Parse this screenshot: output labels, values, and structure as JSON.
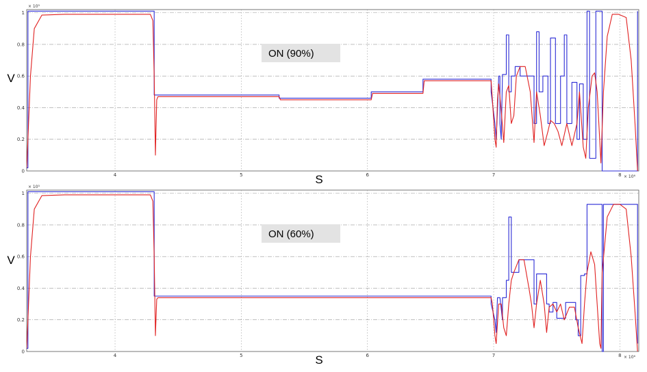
{
  "chart_data": [
    {
      "type": "line",
      "annotation": "ON (90%)",
      "xlabel": "S",
      "ylabel": "V",
      "x_multiplier": "× 10⁶",
      "y_multiplier": "× 10⁵",
      "xlim": [
        3.3,
        8.15
      ],
      "ylim": [
        0,
        1.02
      ],
      "x_ticks": [
        "4",
        "5",
        "6",
        "7",
        "8"
      ],
      "y_ticks": [
        "0",
        "0.2",
        "0.4",
        "0.6",
        "0.8",
        "1"
      ],
      "grid": true,
      "colors": {
        "blue": "#2b2bd6",
        "red": "#e02020"
      },
      "series": [
        {
          "color": "blue",
          "x": [
            3.3,
            3.31,
            3.31,
            4.31,
            4.31,
            4.33,
            4.34,
            5.3,
            5.3,
            6.03,
            6.03,
            6.44,
            6.44,
            6.98,
            6.98,
            7.01,
            7.02,
            7.03,
            7.04,
            7.05,
            7.05,
            7.06,
            7.07,
            7.1,
            7.1,
            7.12,
            7.12,
            7.14,
            7.14,
            7.17,
            7.17,
            7.21,
            7.21,
            7.32,
            7.32,
            7.34,
            7.34,
            7.36,
            7.36,
            7.39,
            7.39,
            7.43,
            7.43,
            7.45,
            7.45,
            7.49,
            7.49,
            7.53,
            7.53,
            7.56,
            7.56,
            7.58,
            7.58,
            7.62,
            7.62,
            7.66,
            7.66,
            7.68,
            7.68,
            7.71,
            7.71,
            7.74,
            7.74,
            7.76,
            7.76,
            7.81,
            7.81,
            7.86,
            7.86,
            8.14,
            8.14
          ],
          "y": [
            0.02,
            0.02,
            1.01,
            1.01,
            0.48,
            0.48,
            0.48,
            0.48,
            0.46,
            0.46,
            0.5,
            0.5,
            0.58,
            0.58,
            0.5,
            0.3,
            0.2,
            0.38,
            0.6,
            0.6,
            0.3,
            0.2,
            0.61,
            0.61,
            0.86,
            0.86,
            0.5,
            0.5,
            0.6,
            0.6,
            0.66,
            0.66,
            0.6,
            0.6,
            0.3,
            0.3,
            0.88,
            0.88,
            0.5,
            0.5,
            0.6,
            0.6,
            0.3,
            0.3,
            0.84,
            0.84,
            0.3,
            0.3,
            0.6,
            0.6,
            0.86,
            0.86,
            0.3,
            0.3,
            0.56,
            0.56,
            0.2,
            0.2,
            0.55,
            0.55,
            0.2,
            0.2,
            1.01,
            1.01,
            0.08,
            0.08,
            1.01,
            1.01,
            0.0,
            0.0,
            1.01
          ]
        },
        {
          "color": "red",
          "x": [
            3.3,
            3.31,
            3.33,
            3.36,
            3.42,
            3.6,
            4.0,
            4.28,
            4.3,
            4.31,
            4.32,
            4.33,
            4.34,
            5.3,
            5.31,
            6.03,
            6.04,
            6.44,
            6.45,
            6.98,
            6.99,
            7.01,
            7.02,
            7.03,
            7.04,
            7.06,
            7.08,
            7.1,
            7.12,
            7.14,
            7.16,
            7.18,
            7.21,
            7.25,
            7.29,
            7.32,
            7.34,
            7.37,
            7.4,
            7.43,
            7.45,
            7.48,
            7.51,
            7.54,
            7.58,
            7.62,
            7.66,
            7.68,
            7.71,
            7.73,
            7.75,
            7.78,
            7.8,
            7.82,
            7.84,
            7.85,
            7.87,
            7.9,
            7.94,
            7.99,
            8.05,
            8.09,
            8.12,
            8.14
          ],
          "y": [
            0.02,
            0.2,
            0.6,
            0.9,
            0.985,
            0.99,
            0.99,
            0.99,
            0.95,
            0.6,
            0.1,
            0.45,
            0.47,
            0.47,
            0.45,
            0.45,
            0.49,
            0.49,
            0.57,
            0.57,
            0.45,
            0.2,
            0.15,
            0.45,
            0.55,
            0.38,
            0.18,
            0.5,
            0.54,
            0.3,
            0.35,
            0.6,
            0.66,
            0.66,
            0.5,
            0.18,
            0.5,
            0.35,
            0.16,
            0.25,
            0.32,
            0.3,
            0.25,
            0.16,
            0.3,
            0.16,
            0.3,
            0.5,
            0.15,
            0.08,
            0.4,
            0.6,
            0.62,
            0.5,
            0.2,
            0.05,
            0.5,
            0.85,
            0.99,
            0.99,
            0.97,
            0.7,
            0.3,
            0.0
          ]
        }
      ]
    },
    {
      "type": "line",
      "annotation": "ON (60%)",
      "xlabel": "S",
      "ylabel": "V",
      "x_multiplier": "× 10⁶",
      "y_multiplier": "× 10⁵",
      "xlim": [
        3.3,
        8.15
      ],
      "ylim": [
        0,
        1.02
      ],
      "x_ticks": [
        "4",
        "5",
        "6",
        "7",
        "8"
      ],
      "y_ticks": [
        "0",
        "0.2",
        "0.4",
        "0.6",
        "0.8",
        "1"
      ],
      "grid": true,
      "colors": {
        "blue": "#2b2bd6",
        "red": "#e02020"
      },
      "series": [
        {
          "color": "blue",
          "x": [
            3.3,
            3.31,
            3.31,
            4.31,
            4.31,
            4.32,
            4.34,
            6.98,
            6.98,
            7.01,
            7.02,
            7.03,
            7.05,
            7.07,
            7.07,
            7.1,
            7.1,
            7.12,
            7.12,
            7.14,
            7.14,
            7.2,
            7.2,
            7.32,
            7.32,
            7.34,
            7.34,
            7.42,
            7.42,
            7.44,
            7.44,
            7.47,
            7.47,
            7.5,
            7.5,
            7.57,
            7.57,
            7.6,
            7.6,
            7.65,
            7.65,
            7.67,
            7.67,
            7.69,
            7.69,
            7.72,
            7.72,
            7.74,
            7.74,
            7.76,
            7.76,
            7.86,
            7.86,
            7.87,
            7.87,
            8.14,
            8.14
          ],
          "y": [
            0.02,
            0.02,
            1.01,
            1.01,
            0.35,
            0.35,
            0.35,
            0.35,
            0.3,
            0.2,
            0.12,
            0.34,
            0.34,
            0.2,
            0.34,
            0.34,
            0.45,
            0.45,
            0.85,
            0.85,
            0.5,
            0.5,
            0.58,
            0.58,
            0.3,
            0.3,
            0.49,
            0.49,
            0.3,
            0.3,
            0.25,
            0.25,
            0.31,
            0.31,
            0.21,
            0.21,
            0.31,
            0.31,
            0.31,
            0.31,
            0.2,
            0.2,
            0.1,
            0.1,
            0.48,
            0.48,
            0.49,
            0.49,
            0.93,
            0.93,
            0.93,
            0.93,
            0.0,
            0.0,
            0.93,
            0.93,
            0.05
          ]
        },
        {
          "color": "red",
          "x": [
            3.3,
            3.31,
            3.33,
            3.36,
            3.42,
            3.6,
            4.0,
            4.28,
            4.3,
            4.31,
            4.32,
            4.33,
            4.34,
            6.98,
            6.99,
            7.01,
            7.02,
            7.04,
            7.06,
            7.08,
            7.1,
            7.12,
            7.14,
            7.16,
            7.2,
            7.24,
            7.28,
            7.3,
            7.32,
            7.34,
            7.37,
            7.4,
            7.42,
            7.44,
            7.47,
            7.5,
            7.53,
            7.56,
            7.6,
            7.64,
            7.67,
            7.7,
            7.72,
            7.74,
            7.77,
            7.8,
            7.82,
            7.84,
            7.85,
            7.86,
            7.9,
            7.95,
            8.0,
            8.05,
            8.09,
            8.12,
            8.14
          ],
          "y": [
            0.02,
            0.2,
            0.6,
            0.9,
            0.985,
            0.99,
            0.99,
            0.99,
            0.95,
            0.6,
            0.1,
            0.33,
            0.34,
            0.34,
            0.3,
            0.1,
            0.05,
            0.3,
            0.3,
            0.15,
            0.1,
            0.3,
            0.45,
            0.5,
            0.58,
            0.58,
            0.4,
            0.3,
            0.15,
            0.3,
            0.45,
            0.3,
            0.12,
            0.28,
            0.3,
            0.25,
            0.3,
            0.2,
            0.28,
            0.28,
            0.15,
            0.05,
            0.3,
            0.5,
            0.63,
            0.55,
            0.3,
            0.05,
            0.02,
            0.5,
            0.85,
            0.93,
            0.93,
            0.9,
            0.6,
            0.25,
            0.0
          ]
        }
      ]
    }
  ]
}
